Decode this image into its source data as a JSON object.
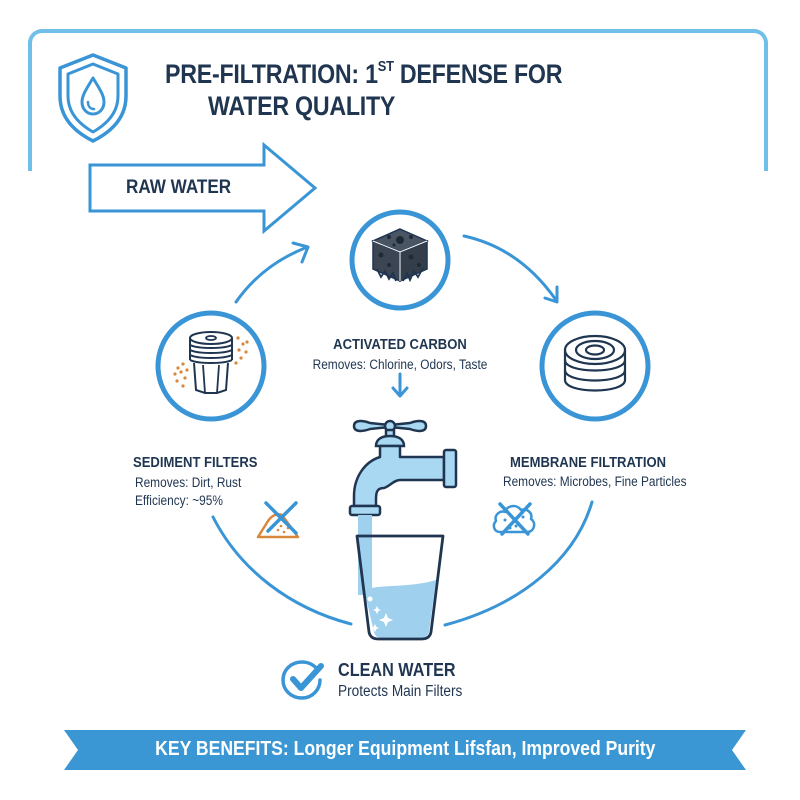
{
  "header": {
    "title_line1_prefix": "PRE-FILTRATION: 1",
    "title_superscript": "ST",
    "title_line1_suffix": " DEFENSE FOR",
    "title_line2": "WATER QUALITY",
    "icon": "shield-water-drop-icon"
  },
  "flow": {
    "input_label": "RAW WATER",
    "stages": [
      {
        "id": "sediment",
        "title": "SEDIMENT FILTERS",
        "lines": [
          "Removes: Dirt, Rust",
          "Efficiency: ~95%"
        ],
        "icon": "sediment-cartridge-icon",
        "badge_icon": "no-sand-icon"
      },
      {
        "id": "carbon",
        "title": "ACTIVATED CARBON",
        "lines": [
          "Removes: Chlorine, Odors, Taste"
        ],
        "icon": "carbon-block-icon"
      },
      {
        "id": "membrane",
        "title": "MEMBRANE FILTRATION",
        "lines": [
          "Removes: Microbes, Fine Particles"
        ],
        "icon": "membrane-stack-icon",
        "badge_icon": "no-microbes-icon"
      }
    ],
    "output": {
      "title": "CLEAN WATER",
      "subtitle": "Protects Main Filters",
      "icon": "check-circle-icon"
    }
  },
  "banner": {
    "text": "KEY BENEFITS: Longer Equipment Lifsfan, Improved Purity"
  },
  "colors": {
    "accent_blue": "#3a95d6",
    "frame_blue": "#6fbfe9",
    "navy_text": "#1f3550",
    "water_light": "#a9d8f2",
    "sediment_orange": "#d9873a",
    "banner_blue": "#3a97d4"
  }
}
